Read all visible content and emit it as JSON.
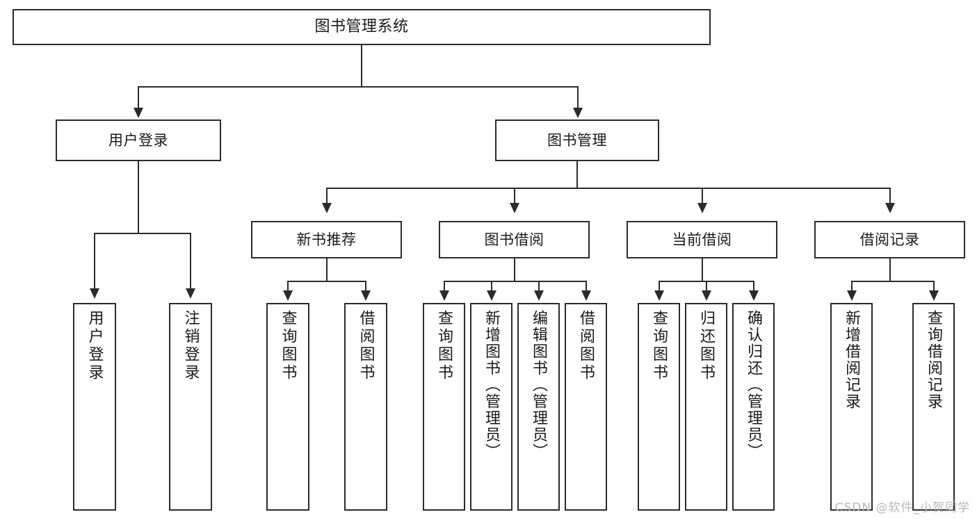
{
  "diagram": {
    "title": "图书管理系统",
    "type": "hierarchy-tree",
    "root": {
      "label": "图书管理系统"
    },
    "level2": [
      {
        "label": "用户登录"
      },
      {
        "label": "图书管理"
      }
    ],
    "level3": [
      {
        "label": "新书推荐"
      },
      {
        "label": "图书借阅"
      },
      {
        "label": "当前借阅"
      },
      {
        "label": "借阅记录"
      }
    ],
    "leaves": {
      "user_login": [
        {
          "label": "用户登录"
        },
        {
          "label": "注销登录"
        }
      ],
      "new_book_recommend": [
        {
          "label": "查询图书"
        },
        {
          "label": "借阅图书"
        }
      ],
      "book_borrow": [
        {
          "label": "查询图书"
        },
        {
          "label": "新增图书（管理员）"
        },
        {
          "label": "编辑图书（管理员）"
        },
        {
          "label": "借阅图书"
        }
      ],
      "current_borrow": [
        {
          "label": "查询图书"
        },
        {
          "label": "归还图书"
        },
        {
          "label": "确认归还（管理员）"
        }
      ],
      "borrow_record": [
        {
          "label": "新增借阅记录"
        },
        {
          "label": "查询借阅记录"
        }
      ]
    }
  },
  "watermark": {
    "text": "CSDN @软件_小贺同学"
  },
  "colors": {
    "background": "#ffffff",
    "border": "#2b2b2b",
    "text": "#1a1a1a",
    "watermark": "#b8b8b8"
  }
}
